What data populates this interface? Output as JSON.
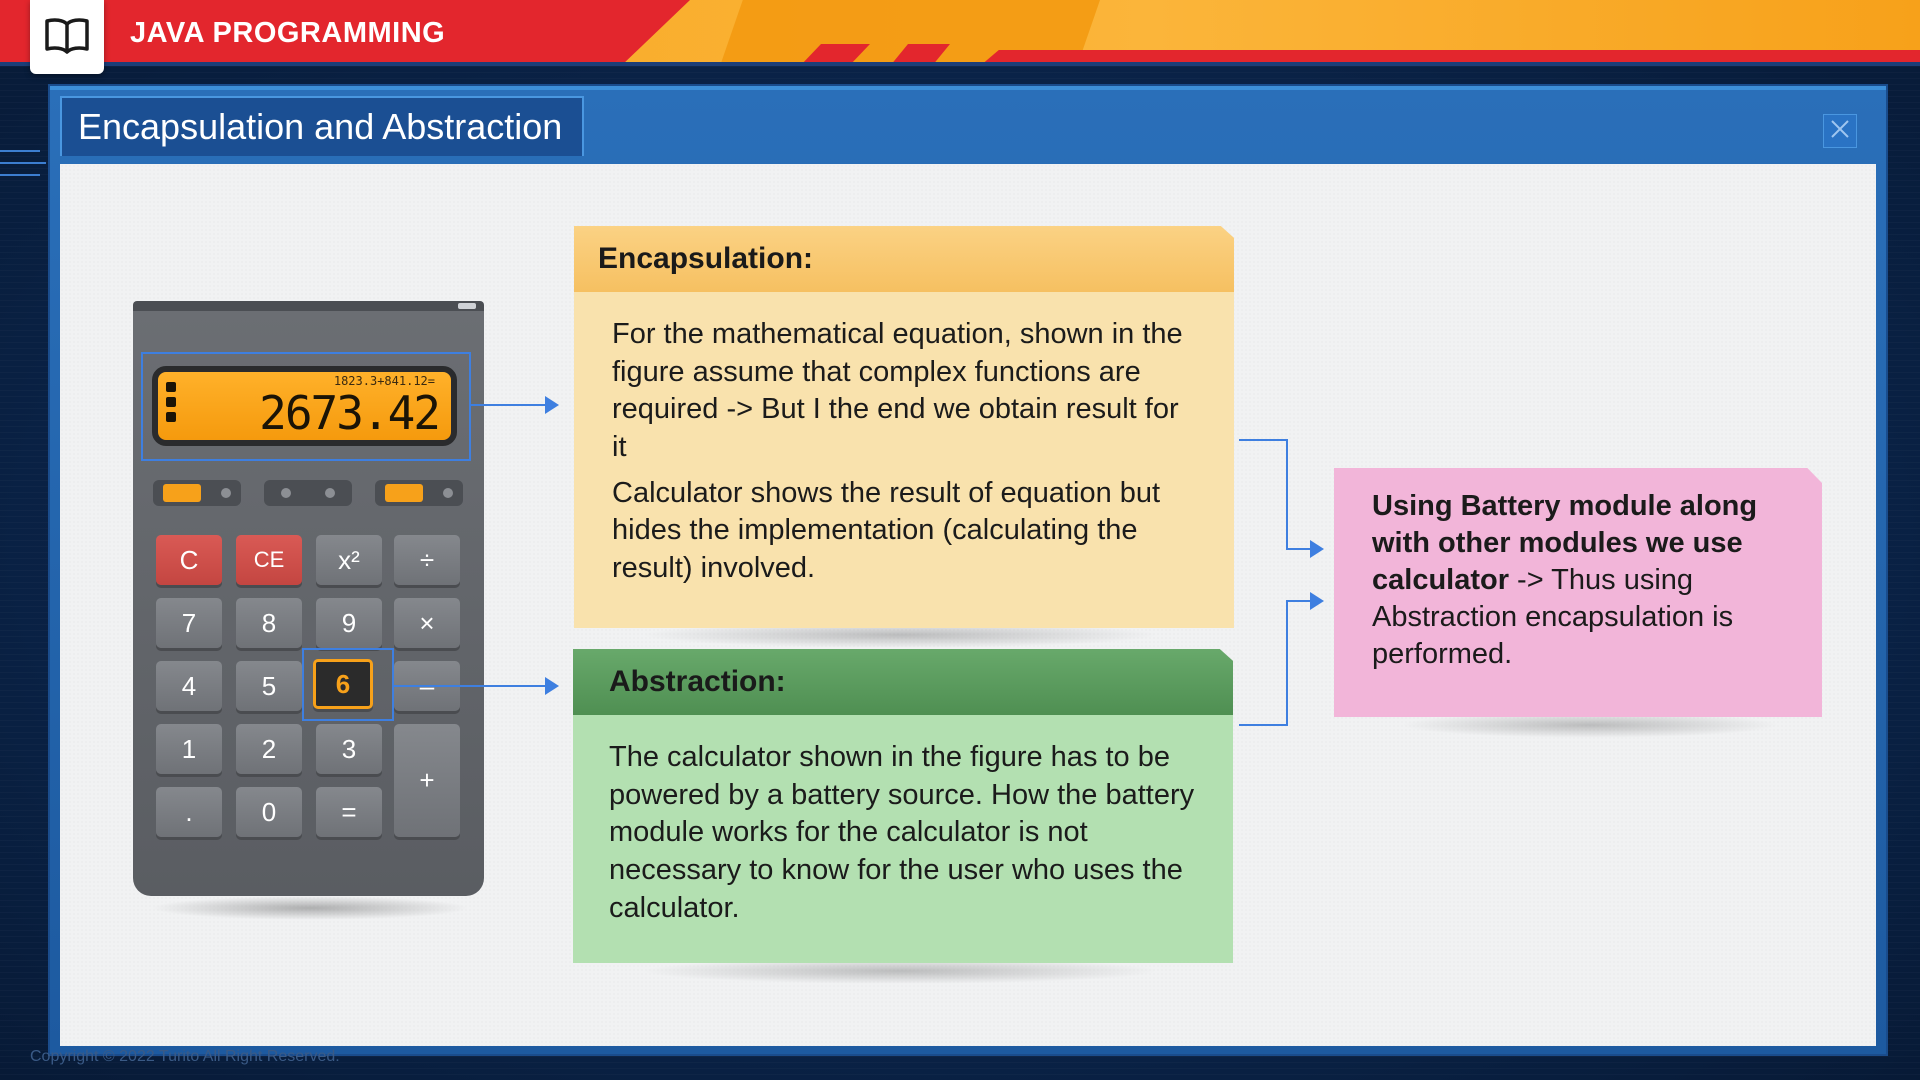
{
  "header": {
    "app_title": "JAVA PROGRAMMING",
    "book_icon": "open-book-icon"
  },
  "slide": {
    "title": "Encapsulation and Abstraction",
    "close_icon": "close-icon"
  },
  "calculator": {
    "display_equation": "1823.3+841.12=",
    "display_value": "2673.42",
    "keys": [
      [
        "C",
        "CE",
        "x²",
        "÷"
      ],
      [
        "7",
        "8",
        "9",
        "×"
      ],
      [
        "4",
        "5",
        "6",
        "–"
      ],
      [
        "1",
        "2",
        "3",
        "+"
      ],
      [
        ".",
        "0",
        "="
      ]
    ],
    "highlighted_key": "6"
  },
  "encapsulation": {
    "heading": "Encapsulation:",
    "paragraph1": "For the mathematical equation, shown in the figure assume that complex functions are required -> But I the end we obtain result for it",
    "paragraph2": "Calculator shows the result of equation but hides the implementation (calculating the result) involved."
  },
  "abstraction": {
    "heading": "Abstraction:",
    "paragraph": "The calculator shown in the figure has to be powered by a battery source. How the battery module works for the calculator is not necessary to know for the user who uses the calculator."
  },
  "conclusion": {
    "bold_part": "Using Battery module along with other modules we use calculator",
    "rest_part": " -> Thus using Abstraction encapsulation is performed."
  },
  "footer": {
    "copyright": "Copyright © 2022 Turito All Right Reserved."
  },
  "colors": {
    "accent_orange": "#f7a11a",
    "accent_red": "#e3262d",
    "frame_blue": "#1d5aa0",
    "connector_blue": "#3e7fe0"
  }
}
